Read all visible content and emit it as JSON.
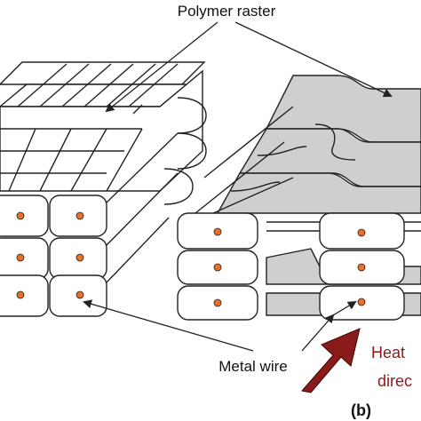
{
  "labels": {
    "polymer_raster": "Polymer raster",
    "metal_wire": "Metal wire",
    "heat_line1": "Heat",
    "heat_line2": "direc",
    "panel": "(b)"
  },
  "colors": {
    "outline": "#222222",
    "filament_fill": "#ffffff",
    "gray_fill": "#cfcfcf",
    "wire_dot": "#e8702a",
    "arrow_fill": "#8b1a1a",
    "heat_text": "#8b1a1a"
  }
}
